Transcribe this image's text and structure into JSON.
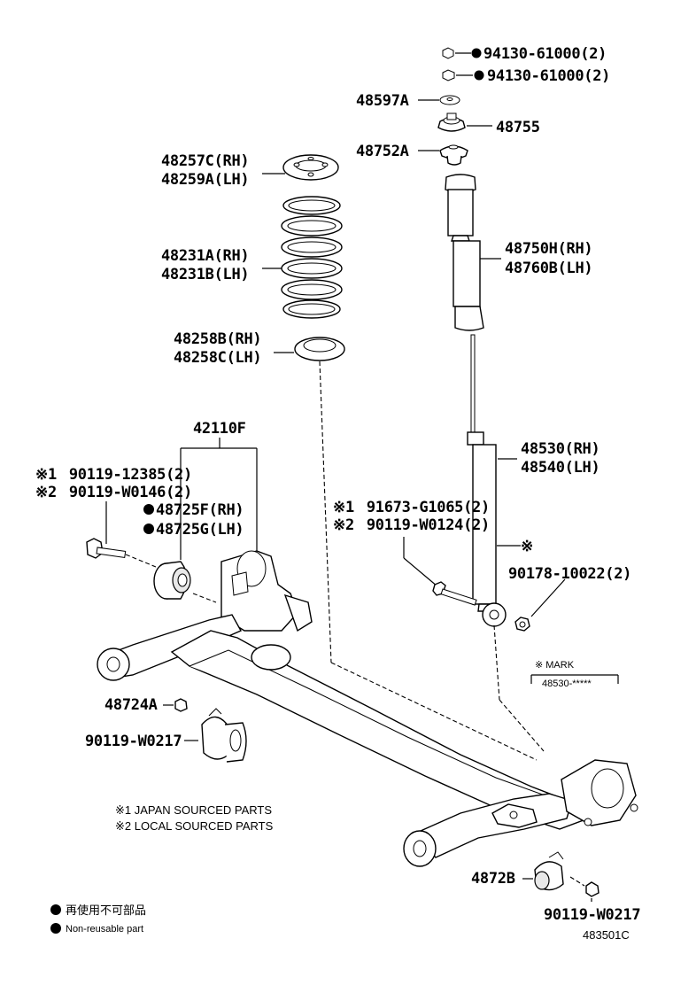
{
  "labels": {
    "nut_1": "94130-61000(2)",
    "nut_2": "94130-61000(2)",
    "washer": "48597A",
    "cushion_upper": "48755",
    "support": "48752A",
    "spring_seat_upper_rh": "48257C(RH)",
    "spring_seat_upper_lh": "48259A(LH)",
    "spring_rh": "48231A(RH)",
    "spring_lh": "48231B(LH)",
    "boot_rh": "48750H(RH)",
    "boot_lh": "48760B(LH)",
    "spring_seat_lower_rh": "48258B(RH)",
    "spring_seat_lower_lh": "48258C(LH)",
    "axle_beam": "42110F",
    "absorber_rh": "48530(RH)",
    "absorber_lh": "48540(LH)",
    "bolt_beam_1_mark": "※1",
    "bolt_beam_1": "90119-12385(2)",
    "bolt_beam_2_mark": "※2",
    "bolt_beam_2": "90119-W0146(2)",
    "bushing_rh": "48725F(RH)",
    "bushing_lh": "48725G(LH)",
    "bolt_abs_1_mark": "※1",
    "bolt_abs_1": "91673-G1065(2)",
    "bolt_abs_2_mark": "※2",
    "bolt_abs_2": "90119-W0124(2)",
    "absorber_mark_symbol": "※",
    "nut_abs": "90178-10022(2)",
    "mark_title": "※  MARK",
    "mark_value": "48530-*****",
    "bracket_left": "48724A",
    "bolt_left": "90119-W0217",
    "bracket_right": "4872B",
    "bolt_right": "90119-W0217",
    "note_japan": "※1 JAPAN SOURCED PARTS",
    "note_local": "※2 LOCAL SOURCED PARTS",
    "legend_jp": "再使用不可部品",
    "legend_en": "Non-reusable part",
    "diagram_code": "483501C"
  }
}
